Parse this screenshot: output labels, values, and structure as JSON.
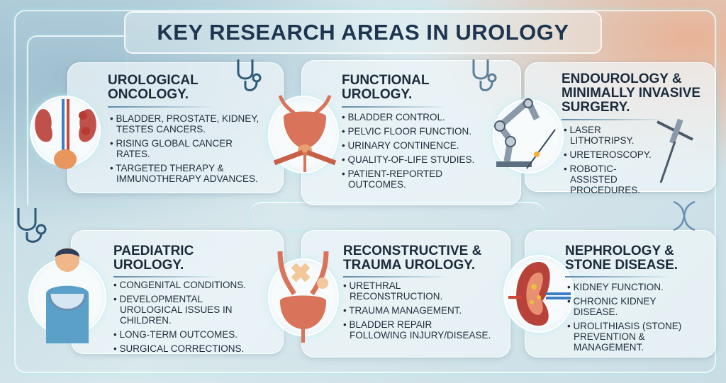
{
  "title": "KEY RESEARCH AREAS IN UROLOGY",
  "cards": [
    {
      "title_lines": [
        "UROLOGICAL",
        "ONCOLOGY."
      ],
      "items": [
        "BLADDER, PROSTATE, KIDNEY, TESTES CANCERS.",
        "RISING GLOBAL CANCER RATES.",
        "TARGETED THERAPY & IMMUNOTHERAPY ADVANCES."
      ],
      "icon": "kidney-tumor-icon"
    },
    {
      "title_lines": [
        "FUNCTIONAL",
        "UROLOGY."
      ],
      "items": [
        "BLADDER CONTROL.",
        "PELVIC FLOOR FUNCTION.",
        "URINARY CONTINENCE.",
        "QUALITY-OF-LIFE STUDIES.",
        "PATIENT-REPORTED OUTCOMES."
      ],
      "icon": "bladder-icon"
    },
    {
      "title_lines": [
        "ENDOUROLOGY &",
        "MINIMALLY INVASIVE",
        "SURGERY."
      ],
      "items": [
        "LASER LITHOTRIPSY.",
        "URETEROSCOPY.",
        "ROBOTIC-ASSISTED PROCEDURES."
      ],
      "icon": "robotic-arm-icon"
    },
    {
      "title_lines": [
        "PAEDIATRIC",
        "UROLOGY."
      ],
      "items": [
        "CONGENITAL CONDITIONS.",
        "DEVELOPMENTAL UROLOGICAL ISSUES IN CHILDREN.",
        "LONG-TERM OUTCOMES.",
        "SURGICAL CORRECTIONS."
      ],
      "icon": "child-icon"
    },
    {
      "title_lines": [
        "RECONSTRUCTIVE &",
        "TRAUMA UROLOGY."
      ],
      "items": [
        "URETHRAL RECONSTRUCTION.",
        "TRAUMA MANAGEMENT.",
        "BLADDER REPAIR FOLLOWING INJURY/DISEASE."
      ],
      "icon": "bandaged-bladder-icon"
    },
    {
      "title_lines": [
        "NEPHROLOGY &",
        "STONE DISEASE."
      ],
      "items": [
        "KIDNEY FUNCTION.",
        "CHRONIC KIDNEY DISEASE.",
        "UROLITHIASIS (STONE) PREVENTION & MANAGEMENT."
      ],
      "icon": "kidney-stone-icon"
    }
  ],
  "colors": {
    "title": "#1e3550",
    "organ": "#d9735a",
    "vessel_blue": "#3d7fc4",
    "vessel_red": "#d0463a"
  }
}
